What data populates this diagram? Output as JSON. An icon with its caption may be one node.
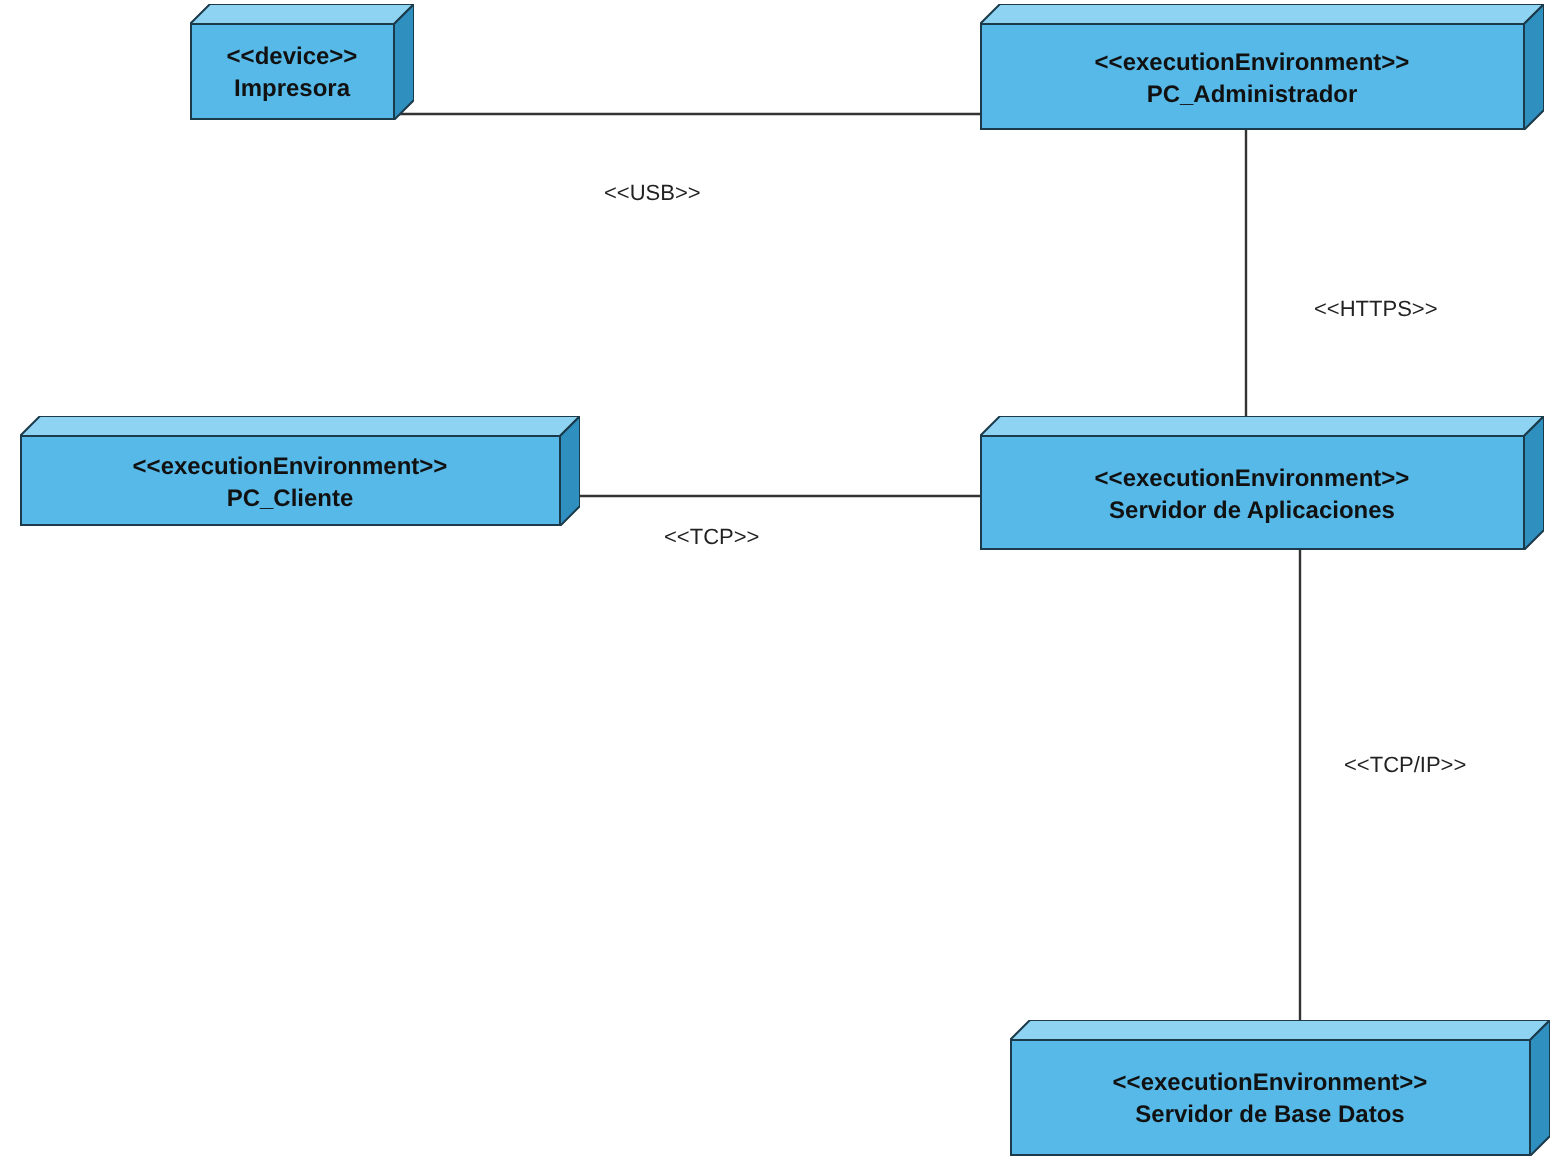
{
  "diagram": {
    "nodes": [
      {
        "text": [
          "<<device>>",
          "Impresora"
        ]
      },
      {
        "text": [
          "<<executionEnvironment>>",
          "PC_Administrador"
        ]
      },
      {
        "text": [
          "<<executionEnvironment>>",
          "PC_Cliente"
        ]
      },
      {
        "text": [
          "<<executionEnvironment>>",
          "Servidor de Aplicaciones"
        ]
      },
      {
        "text": [
          "<<executionEnvironment>>",
          "Servidor de Base Datos"
        ]
      }
    ],
    "edges": [
      {
        "from": 0,
        "to": 1,
        "arrow": "none",
        "label": "<<USB>>"
      },
      {
        "from": 1,
        "to": 3,
        "arrow": "none",
        "label": "<<HTTPS>>"
      },
      {
        "from": 2,
        "to": 3,
        "arrow": "none",
        "label": "<<TCP>>"
      },
      {
        "from": 3,
        "to": 4,
        "arrow": "none",
        "label": "<<TCP/IP>>"
      }
    ]
  }
}
